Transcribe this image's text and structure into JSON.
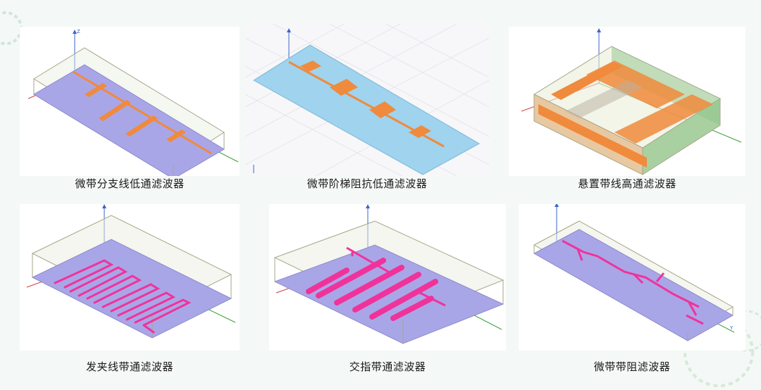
{
  "figures": [
    {
      "caption": "微带分支线低通滤波器"
    },
    {
      "caption": "微带阶梯阻抗低通滤波器"
    },
    {
      "caption": "悬置带线高通滤波器"
    },
    {
      "caption": "发夹线带通滤波器"
    },
    {
      "caption": "交指带通滤波器"
    },
    {
      "caption": "微带带阻滤波器"
    }
  ],
  "axis": {
    "z": "Z",
    "y": "Y"
  },
  "colors": {
    "substrate": "#a9a6e8",
    "box_edge": "#a7a58a",
    "copper": "#f08a3c",
    "pink_trace": "#f0339a",
    "light_substrate": "#9fd3ee",
    "green_wall": "#8fc48a"
  }
}
